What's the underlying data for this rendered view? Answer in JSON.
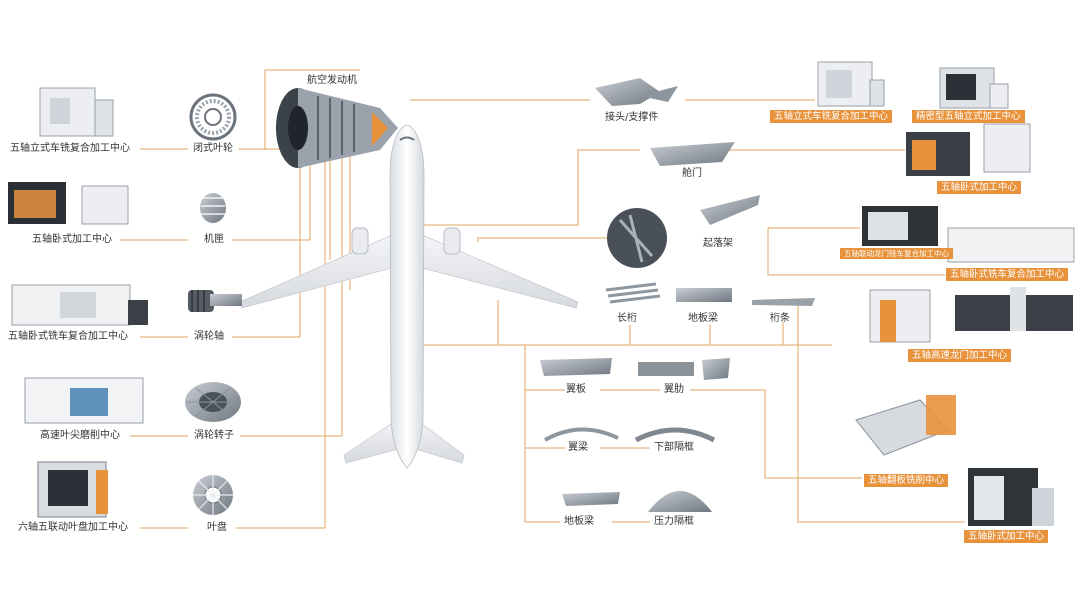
{
  "colors": {
    "accent": "#e8923c",
    "line": "#e2a462",
    "text": "#333333"
  },
  "engine": {
    "title": "航空发动机"
  },
  "left_parts": [
    {
      "part": "闭式叶轮",
      "machine": "五轴立式车铣复合加工中心"
    },
    {
      "part": "机匣",
      "machine": "五轴卧式加工中心"
    },
    {
      "part": "涡轮轴",
      "machine": "五轴卧式铣车复合加工中心"
    },
    {
      "part": "涡轮转子",
      "machine": "高速叶尖磨削中心"
    },
    {
      "part": "叶盘",
      "machine": "六轴五联动叶盘加工中心"
    }
  ],
  "airframe_parts": {
    "joint": "接头/支撑件",
    "door": "舱门",
    "landing_gear": "起落架",
    "stringer": "长桁",
    "floor_beam_top": "地板梁",
    "edge_strip": "桁条",
    "wing_panel": "翼板",
    "wing_rib": "翼肋",
    "wing_spar": "翼梁",
    "lower_frame": "下部隔框",
    "floor_beam_bottom": "地板梁",
    "pressure_bulkhead": "压力隔框"
  },
  "right_machines": {
    "m1": "五轴立式车铣复合加工中心",
    "m2": "精密型五轴立式加工中心",
    "m3": "五轴卧式加工中心",
    "m4": "五轴联动龙门铣车复合加工中心",
    "m5": "五轴卧式铣车复合加工中心",
    "m6": "五轴高速龙门加工中心",
    "m7": "五轴翻板铣削中心",
    "m8": "五轴卧式加工中心"
  }
}
